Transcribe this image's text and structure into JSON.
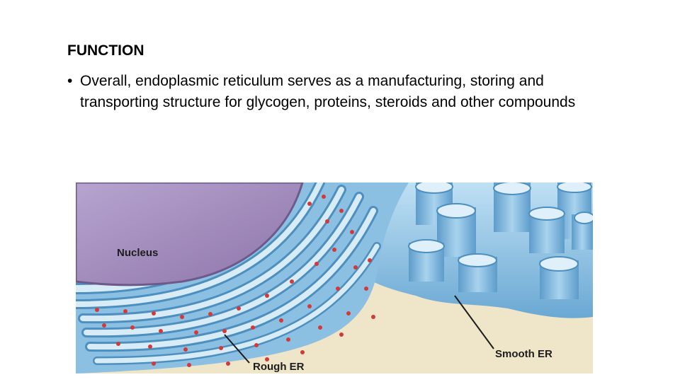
{
  "slide": {
    "heading": "FUNCTION",
    "bullet_marker": "•",
    "bullet_text": "Overall, endoplasmic reticulum serves as a manufacturing, storing and transporting structure for glycogen, proteins, steroids and other compounds"
  },
  "figure": {
    "labels": {
      "nucleus": "Nucleus",
      "rough_er": "Rough ER",
      "smooth_er": "Smooth ER"
    },
    "colors": {
      "background": "#efe5c9",
      "nucleus": "#9e88b8",
      "er_light": "#cfe6f5",
      "er_mid": "#8fc2e2",
      "er_dark": "#4d8fbf",
      "ribosome": "#d23a3a"
    }
  }
}
